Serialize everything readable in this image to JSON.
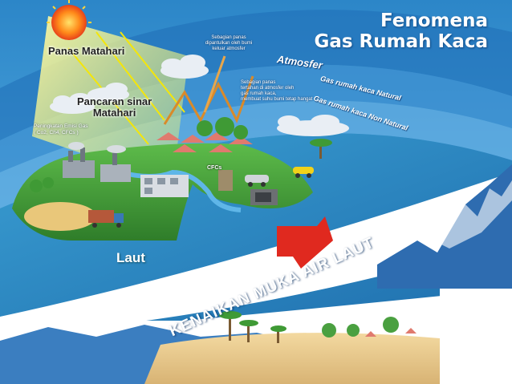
{
  "title": {
    "line1": "Fenomena",
    "line2": "Gas Rumah Kaca"
  },
  "labels": {
    "atmosphere": "Atmosfer",
    "natural_gas": "Gas rumah kaca Natural",
    "non_natural_gas": "Gas rumah kaca Non Natural",
    "sun_heat": "Panas Matahari",
    "sun_radiation_1": "Pancaran sinar",
    "sun_radiation_2": "Matahari",
    "emission_1": "Peningkatan Emisi Gas",
    "emission_2": "( Co2, Ch4, CFCs )",
    "cfc": "CFCs",
    "sea": "Laut",
    "sea_level_rise": "KENAIKAN MUKA AIR LAUT"
  },
  "notes": {
    "reflected": [
      "Sebagian panas",
      "dipantulkan oleh bumi",
      "keluar atmosfer"
    ],
    "trapped": [
      "Sebagian panas",
      "tertahan di atmosfer oleh",
      "gas rumah kaca,",
      "membuat suhu bumi tetap hangat"
    ]
  },
  "colors": {
    "sky": "#2c86c8",
    "sea": "#1f6fae",
    "land": "#5dbb4a",
    "arrow": "#e0291f",
    "sun": "#ff8a1a"
  },
  "icons": [
    "sun-icon",
    "cloud-icon",
    "factory-icon",
    "houses-icon",
    "truck-icon",
    "car-icon",
    "palm-tree-icon",
    "down-arrow-icon"
  ]
}
